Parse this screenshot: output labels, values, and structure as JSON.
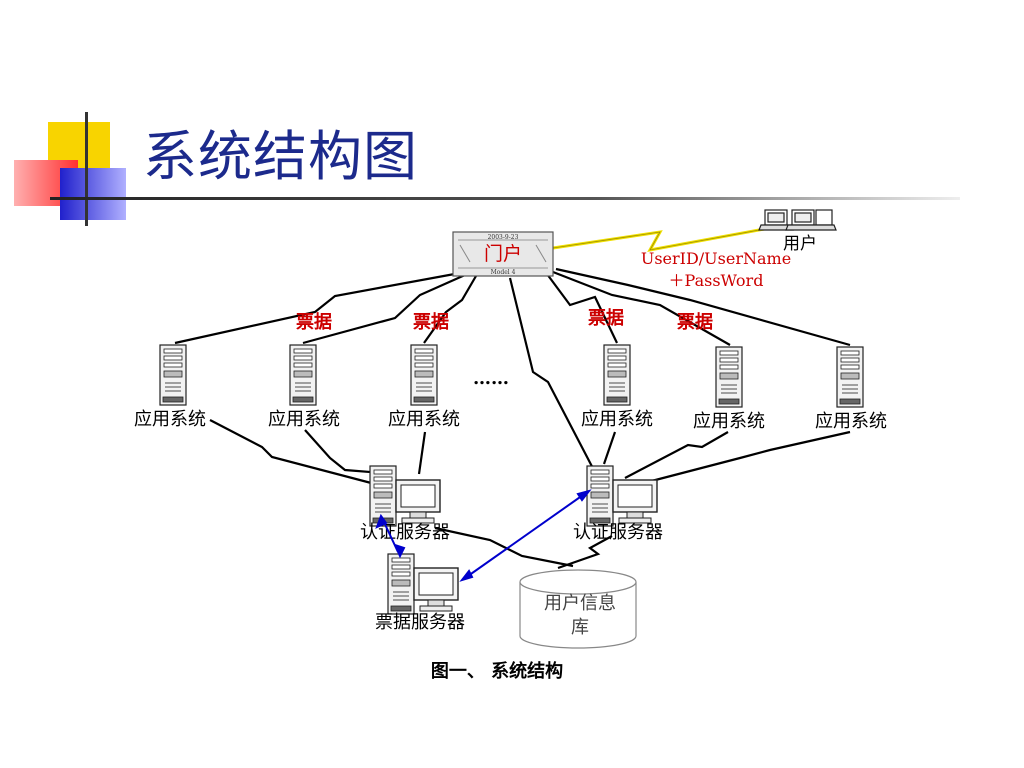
{
  "slide": {
    "title": "系统结构图"
  },
  "diagram": {
    "portal": {
      "label": "门户",
      "device_text_1": "2003-9-23",
      "device_text_2": "Model 4"
    },
    "user": {
      "label": "用户"
    },
    "credentials": {
      "line1": "UserID/UserName",
      "line2": "＋PassWord"
    },
    "ticket_labels": [
      "票据",
      "票据",
      "票据",
      "票据"
    ],
    "ellipsis": "……",
    "app_systems": [
      "应用系统",
      "应用系统",
      "应用系统",
      "应用系统",
      "应用系统",
      "应用系统"
    ],
    "auth_servers": [
      "认证服务器",
      "认证服务器"
    ],
    "ticket_server": {
      "label": "票据服务器"
    },
    "user_db": {
      "line1": "用户信息",
      "line2": "库"
    },
    "caption": "图一、 系统结构"
  },
  "colors": {
    "title": "#1c2a8c",
    "red_label": "#cc0000",
    "blue_arrow": "#0000cc",
    "yellow_link": "#f0e000"
  }
}
